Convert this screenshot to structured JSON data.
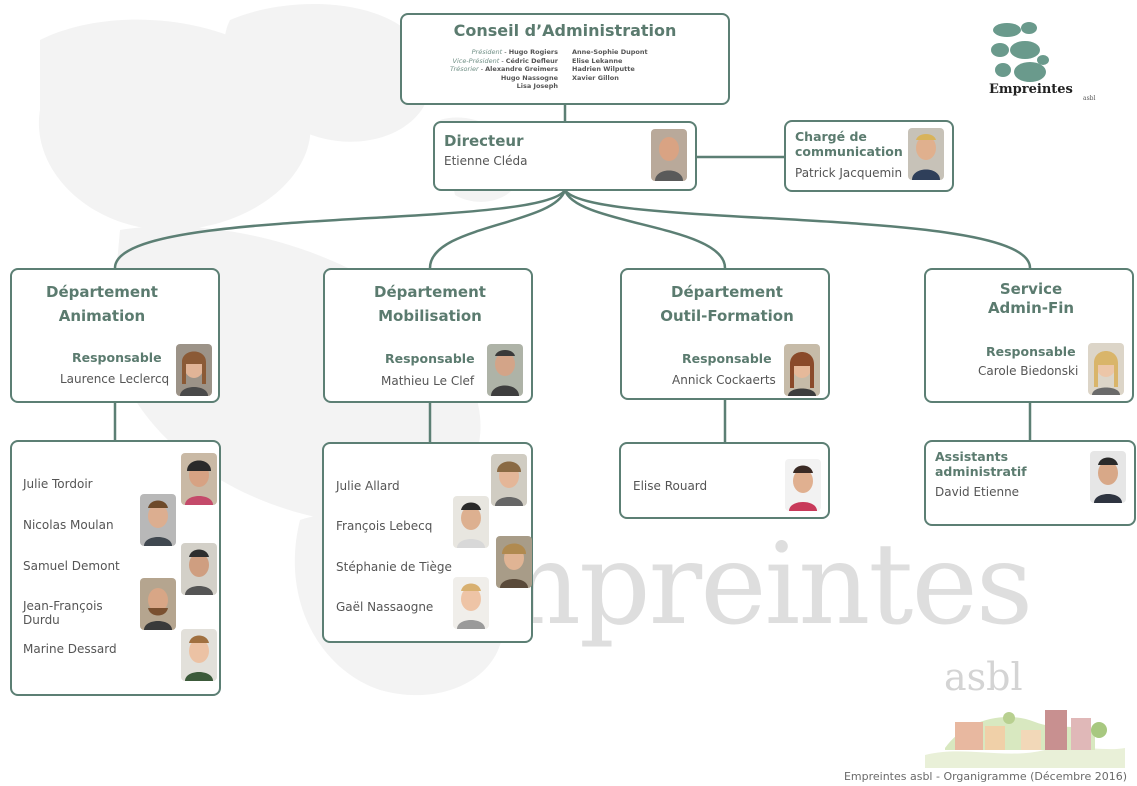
{
  "board": {
    "title": "Conseil d’Administration",
    "roles_left": [
      {
        "role": "Président",
        "name": "Hugo Rogiers"
      },
      {
        "role": "Vice-Président",
        "name": "Cédric Defleur"
      },
      {
        "role": "Trésorier",
        "name": "Alexandre Greimers"
      },
      {
        "role": "",
        "name": "Hugo Nassogne"
      },
      {
        "role": "",
        "name": "Lisa Joseph"
      }
    ],
    "members_right": [
      "Anne-Sophie Dupont",
      "Elise Lekanne",
      "Hadrien Wilputte",
      "Xavier Gillon"
    ]
  },
  "director": {
    "title": "Directeur",
    "name": "Etienne Cléda"
  },
  "communication": {
    "title": "Chargé de communication",
    "name": "Patrick Jacquemin"
  },
  "responsable_label": "Responsable",
  "departments": [
    {
      "title_1": "Département",
      "title_2": "Animation",
      "responsable": "Laurence Leclercq",
      "members": [
        "Julie Tordoir",
        "Nicolas Moulan",
        "Samuel Demont",
        "Jean-François Durdu",
        "Marine Dessard"
      ]
    },
    {
      "title_1": "Département",
      "title_2": "Mobilisation",
      "responsable": "Mathieu Le Clef",
      "members": [
        "Julie Allard",
        "François Lebecq",
        "Stéphanie de Tiège",
        "Gaël Nassaogne"
      ]
    },
    {
      "title_1": "Département",
      "title_2": "Outil-Formation",
      "responsable": "Annick Cockaerts",
      "members": [
        "Elise Rouard"
      ]
    },
    {
      "title_1": "Service",
      "title_2": "Admin-Fin",
      "responsable": "Carole Biedonski",
      "members": [],
      "assistants_title": "Assistants administratif",
      "assistant": "David Etienne"
    }
  ],
  "logo": {
    "word": "Empreintes",
    "sub": "asbl"
  },
  "watermark": {
    "word": "Empreintes",
    "sub": "asbl"
  },
  "footer": "Empreintes asbl - Organigramme (Décembre 2016)",
  "colors": {
    "accent": "#5c7f74",
    "heading": "#5b7b6f",
    "watermark": "#e0e0e0"
  }
}
